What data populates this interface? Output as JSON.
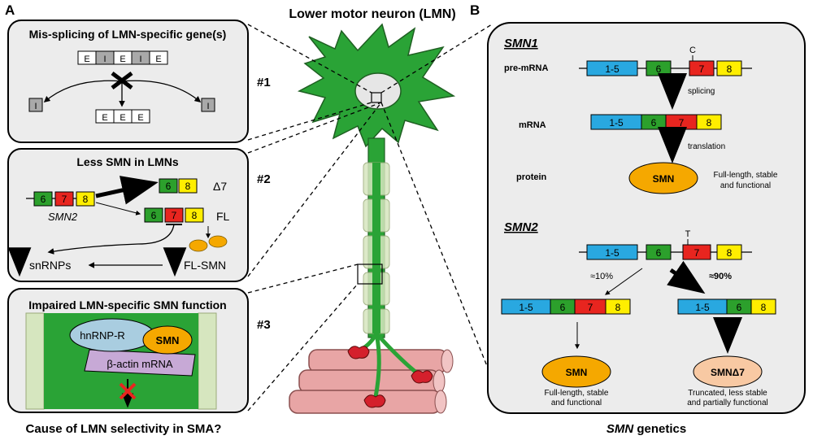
{
  "panel_labels": {
    "a": "A",
    "b": "B"
  },
  "title": "Lower motor neuron (LMN)",
  "question": "Cause of LMN selectivity in SMA?",
  "markers": {
    "m1": "#1",
    "m2": "#2",
    "m3": "#3"
  },
  "box1": {
    "title": "Mis-splicing of LMN-specific gene(s)",
    "exon": "E",
    "intron": "I"
  },
  "box2": {
    "title": "Less SMN in LMNs",
    "gene": "SMN2",
    "delta7": "Δ7",
    "fl": "FL",
    "fl_smn": "FL-SMN",
    "snrnps": "snRNPs",
    "exon6": "6",
    "exon7": "7",
    "exon8": "8"
  },
  "box3": {
    "title": "Impaired LMN-specific SMN function",
    "hnrnp": "hnRNP-R",
    "smn": "SMN",
    "mrna": "β-actin mRNA"
  },
  "panelB": {
    "smn1_title": "SMN1",
    "smn2_title": "SMN2",
    "row_premrna": "pre-mRNA",
    "row_mrna": "mRNA",
    "row_protein": "protein",
    "splicing": "splicing",
    "translation": "translation",
    "exon_15": "1-5",
    "exon6": "6",
    "exon7": "7",
    "exon8": "8",
    "nuc_c": "C",
    "nuc_t": "T",
    "smn": "SMN",
    "smn_d7": "SMNΔ7",
    "smn1_desc_1": "Full-length, stable",
    "smn1_desc_2": "and functional",
    "pct10": "≈10%",
    "pct90": "≈90%",
    "fl_desc_1": "Full-length, stable",
    "fl_desc_2": "and functional",
    "trunc_desc_1": "Truncated, less stable",
    "trunc_desc_2": "and partially functional",
    "footer_italic": "SMN",
    "footer_rest": " genetics"
  },
  "colors": {
    "exon15": "#29a8e0",
    "exon6": "#2ca02c",
    "exon7": "#e8251f",
    "exon8": "#ffee00",
    "smn_protein": "#f5a800",
    "smnd7_protein": "#f8c9a3",
    "neuron": "#2aa336",
    "neuron_outline": "#1f5f22",
    "muscle": "#e8a5a5",
    "muscle_outline": "#8a4f4f",
    "junction": "#d4202c",
    "panel_bg": "#ececec"
  }
}
